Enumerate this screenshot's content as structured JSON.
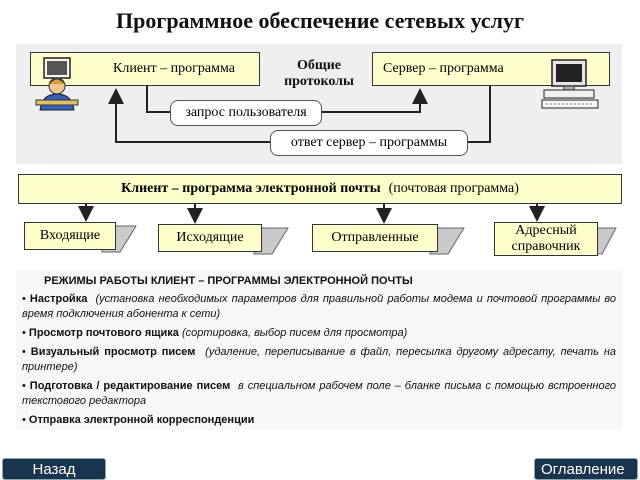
{
  "title": "Программное обеспечение сетевых услуг",
  "top_diagram": {
    "client_label": "Клиент – программа",
    "server_label": "Сервер – программа",
    "protocols_line1": "Общие",
    "protocols_line2": "протоколы",
    "request_label": "запрос пользователя",
    "response_label": "ответ  сервер – программы"
  },
  "mail_client": {
    "header_bold": "Клиент – программа  электронной  почты",
    "header_normal": "(почтовая  программа)",
    "folders": [
      "Входящие",
      "Исходящие",
      "Отправленные"
    ],
    "address_book_line1": "Адресный",
    "address_book_line2": "справочник"
  },
  "modes": {
    "heading": "РЕЖИМЫ  РАБОТЫ  КЛИЕНТ – ПРОГРАММЫ  ЭЛЕКТРОННОЙ  ПОЧТЫ",
    "items": [
      {
        "term": "Настройка",
        "desc": "(установка необходимых параметров для правильной работы модема и почтовой программы во время подключения абонента к сети)"
      },
      {
        "term": "Просмотр почтового ящика",
        "desc": "(сортировка, выбор писем для просмотра)"
      },
      {
        "term": "Визуальный  просмотр  писем",
        "desc": "(удаление, переписывание в файл, пересылка другому адресату, печать на принтере)"
      },
      {
        "term": "Подготовка / редактирование  писем",
        "desc": "в  специальном  рабочем  поле –  бланке письма с помощью встроенного  текстового  редактора"
      },
      {
        "term": "Отправка  электронной  корреспонденции",
        "desc": ""
      }
    ]
  },
  "nav": {
    "back_label": "Назад",
    "contents_label": "Оглавление"
  }
}
